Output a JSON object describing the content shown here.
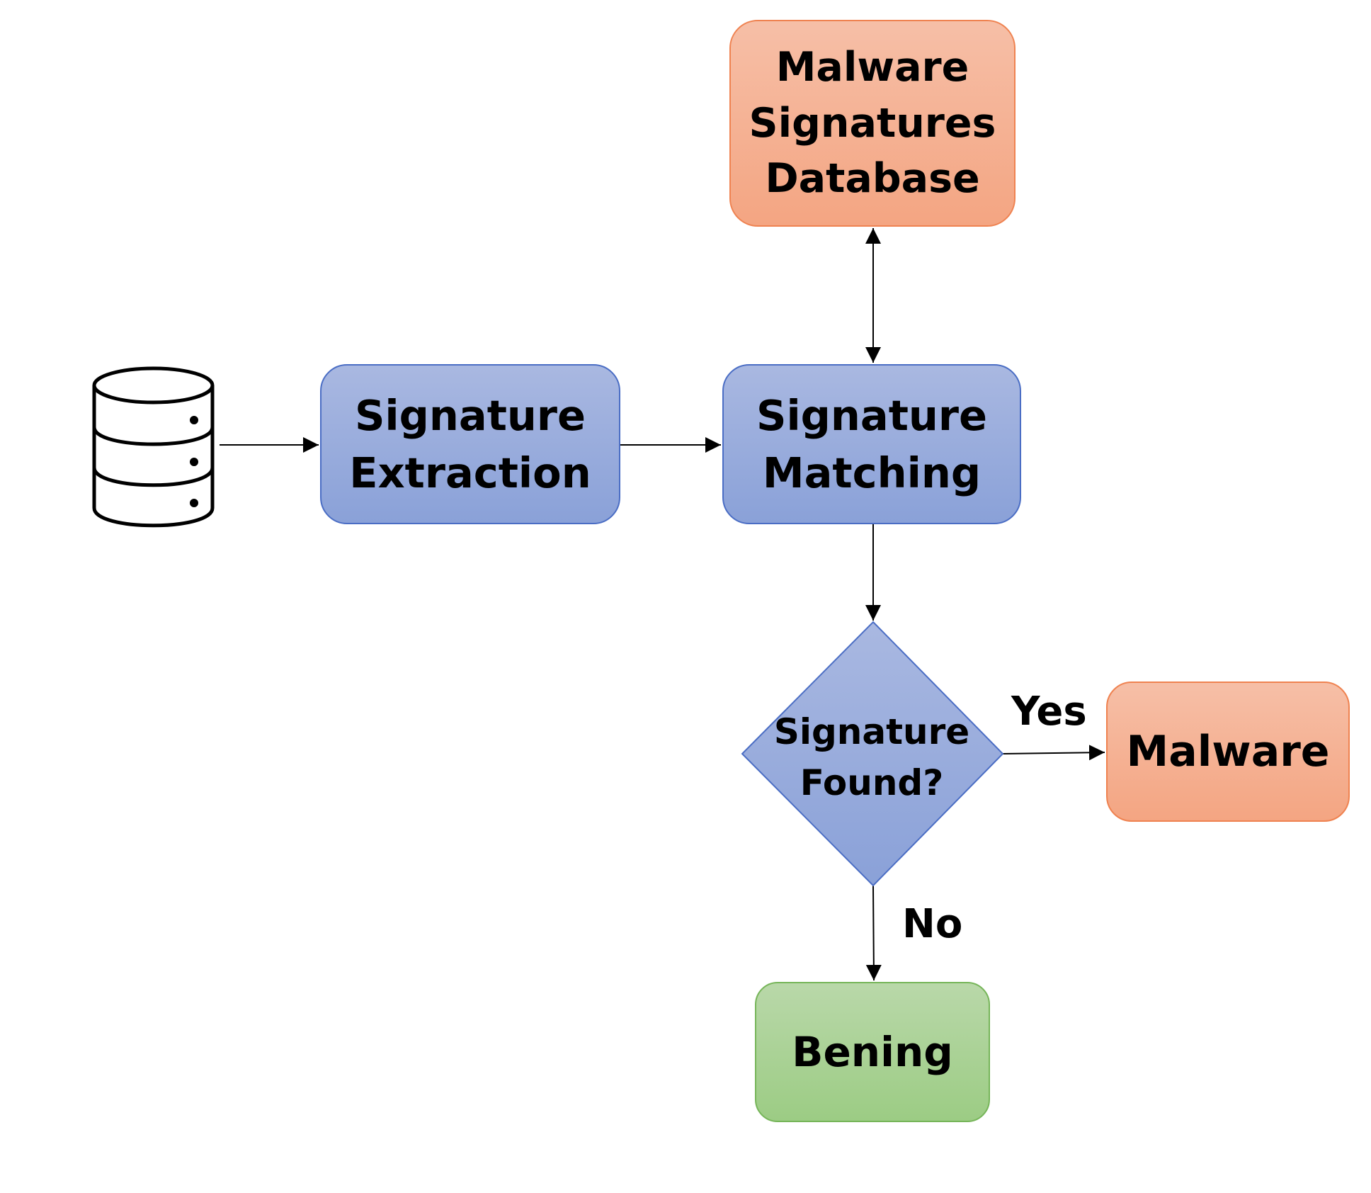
{
  "diagram": {
    "nodes": {
      "dataset": {
        "icon": "database-icon"
      },
      "signatures_db": {
        "label": "Malware\nSignatures\nDatabase"
      },
      "extraction": {
        "label": "Signature\nExtraction"
      },
      "matching": {
        "label": "Signature\nMatching"
      },
      "decision": {
        "label": "Signature\nFound?"
      },
      "malware": {
        "label": "Malware"
      },
      "benign": {
        "label": "Bening"
      }
    },
    "edges": {
      "yes_label": "Yes",
      "no_label": "No"
    },
    "colors": {
      "process_fill": "#8aa1d8",
      "process_border": "#4a6dc4",
      "malware_fill": "#f4a582",
      "malware_border": "#ef8250",
      "benign_fill": "#9ccc84",
      "benign_border": "#76b559",
      "line": "#000000"
    }
  }
}
